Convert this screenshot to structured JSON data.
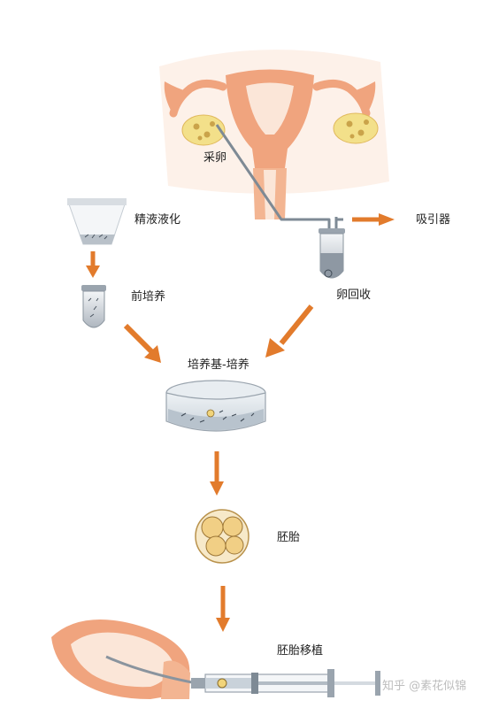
{
  "labels": {
    "egg_retrieval": "采卵",
    "semen_liquefaction": "精液液化",
    "suction": "吸引器",
    "pre_culture": "前培养",
    "egg_collection": "卵回收",
    "medium_culture": "培养基-培养",
    "embryo": "胚胎",
    "embryo_transfer": "胚胎移植"
  },
  "watermark": "知乎 @素花似锦",
  "colors": {
    "arrow": "#e27b2c",
    "uterus": "#f0a47e",
    "ovary": "#f3e08a",
    "tissue_bg": "#fbe6d8",
    "instrument": "#7e8a95"
  }
}
